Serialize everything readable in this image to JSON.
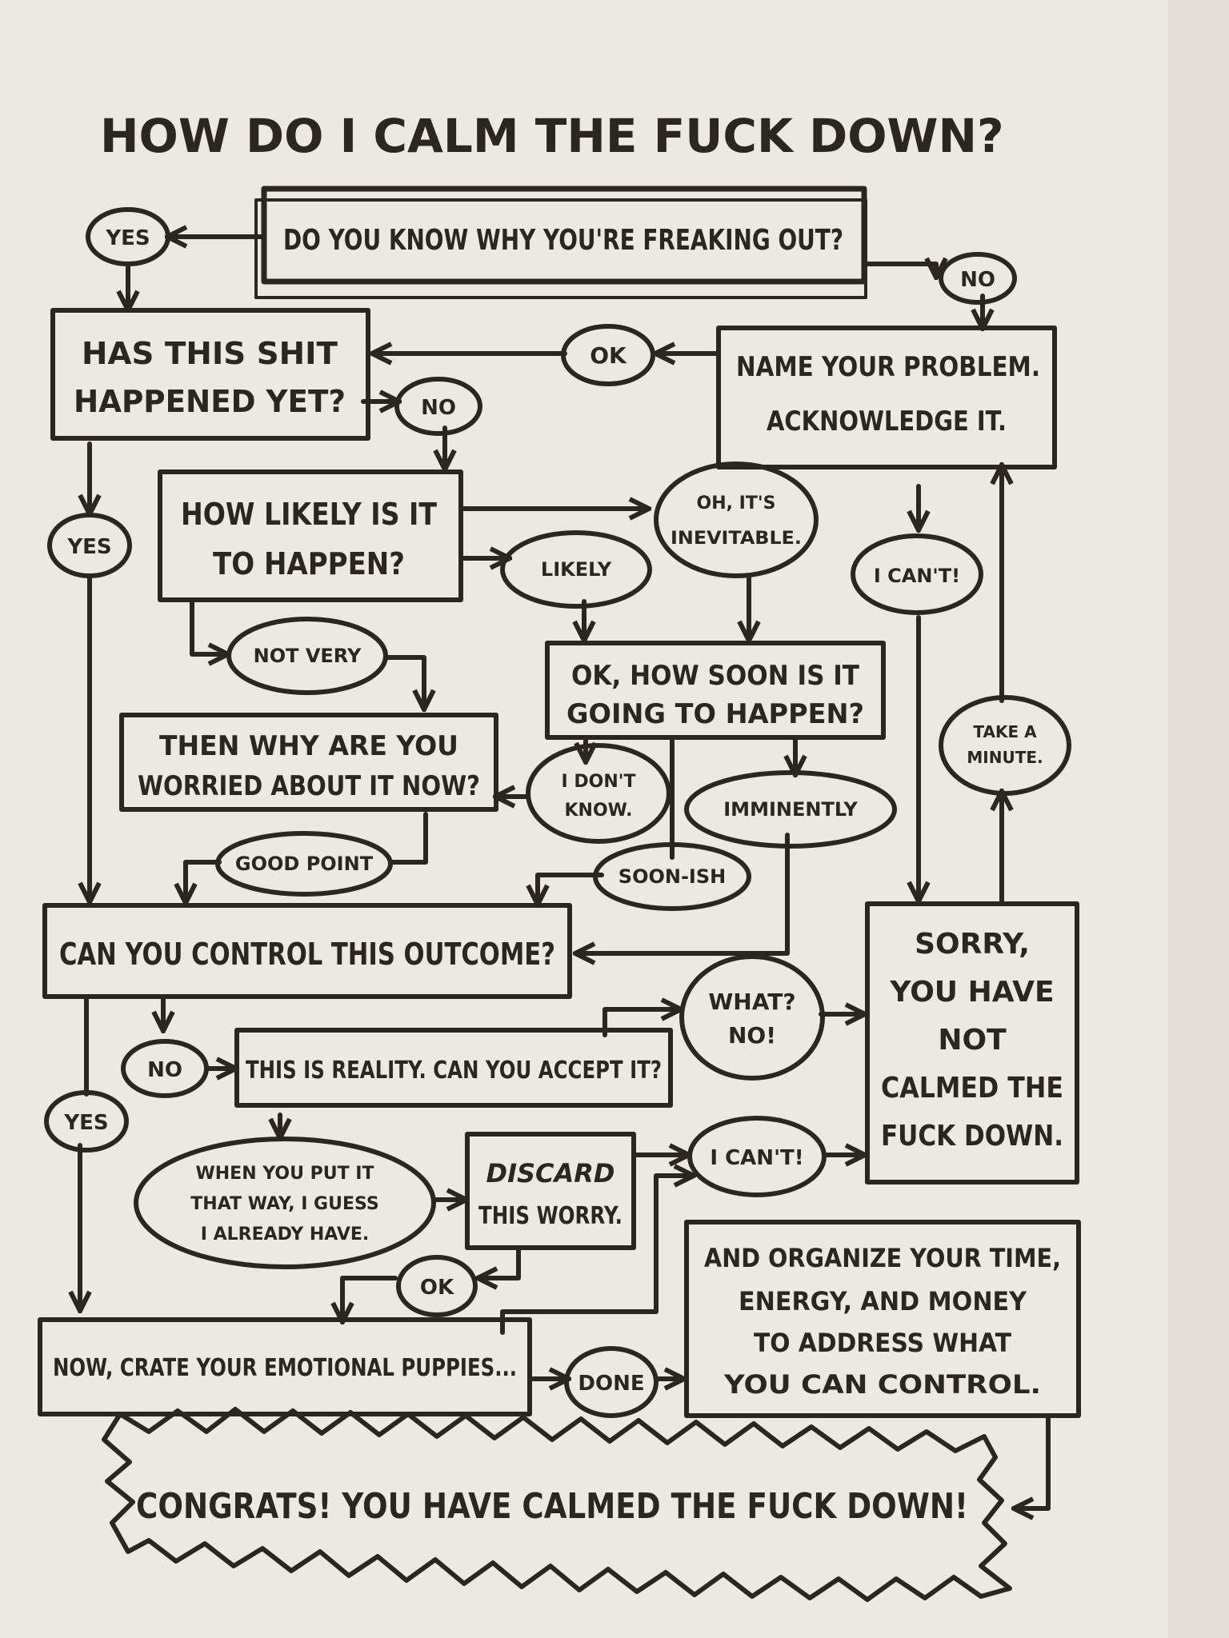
{
  "title": "HOW DO I CALM THE FUCK DOWN?",
  "colors": {
    "ink": "#2b2622",
    "paper": "#ece8e2",
    "edge": "#d9d3cb"
  },
  "nodes": {
    "q_know_why": "DO YOU KNOW WHY YOU'RE FREAKING OUT?",
    "yes_top": "YES",
    "no_top": "NO",
    "has_happened_1": "HAS THIS SHIT",
    "has_happened_2": "HAPPENED YET?",
    "ok_top": "OK",
    "name_problem_1": "NAME YOUR PROBLEM.",
    "name_problem_2": "ACKNOWLEDGE IT.",
    "no_happened": "NO",
    "yes_happened": "YES",
    "how_likely_1": "HOW LIKELY IS IT",
    "how_likely_2": "TO HAPPEN?",
    "inevitable_1": "OH, IT'S",
    "inevitable_2": "INEVITABLE.",
    "likely": "LIKELY",
    "i_cant_1": "I CAN'T!",
    "not_very": "NOT VERY",
    "how_soon_1": "OK, HOW SOON IS IT",
    "how_soon_2": "GOING TO HAPPEN?",
    "take_minute_1": "TAKE A",
    "take_minute_2": "MINUTE.",
    "why_worried_1": "THEN WHY ARE YOU",
    "why_worried_2": "WORRIED ABOUT IT NOW?",
    "dont_know_1": "I DON'T",
    "dont_know_2": "KNOW.",
    "imminently": "IMMINENTLY",
    "good_point": "GOOD POINT",
    "soon_ish": "SOON-ISH",
    "control": "CAN YOU CONTROL THIS OUTCOME?",
    "sorry_1": "SORRY,",
    "sorry_2": "YOU HAVE",
    "sorry_3": "NOT",
    "sorry_4": "CALMED THE",
    "sorry_5": "FUCK DOWN.",
    "what_no_1": "WHAT?",
    "what_no_2": "NO!",
    "no_control": "NO",
    "accept": "THIS IS REALITY. CAN YOU ACCEPT IT?",
    "yes_control": "YES",
    "already_1": "WHEN YOU PUT IT",
    "already_2": "THAT WAY, I GUESS",
    "already_3": "I ALREADY HAVE.",
    "discard_1": "DISCARD",
    "discard_2": "THIS WORRY.",
    "i_cant_2": "I CAN'T!",
    "ok_discard": "OK",
    "organize_1": "AND ORGANIZE YOUR TIME,",
    "organize_2": "ENERGY, AND MONEY",
    "organize_3": "TO ADDRESS WHAT",
    "organize_4": "YOU CAN CONTROL.",
    "puppies": "NOW, CRATE YOUR EMOTIONAL PUPPIES...",
    "done": "DONE",
    "congrats": "CONGRATS! YOU HAVE CALMED THE FUCK DOWN!"
  }
}
